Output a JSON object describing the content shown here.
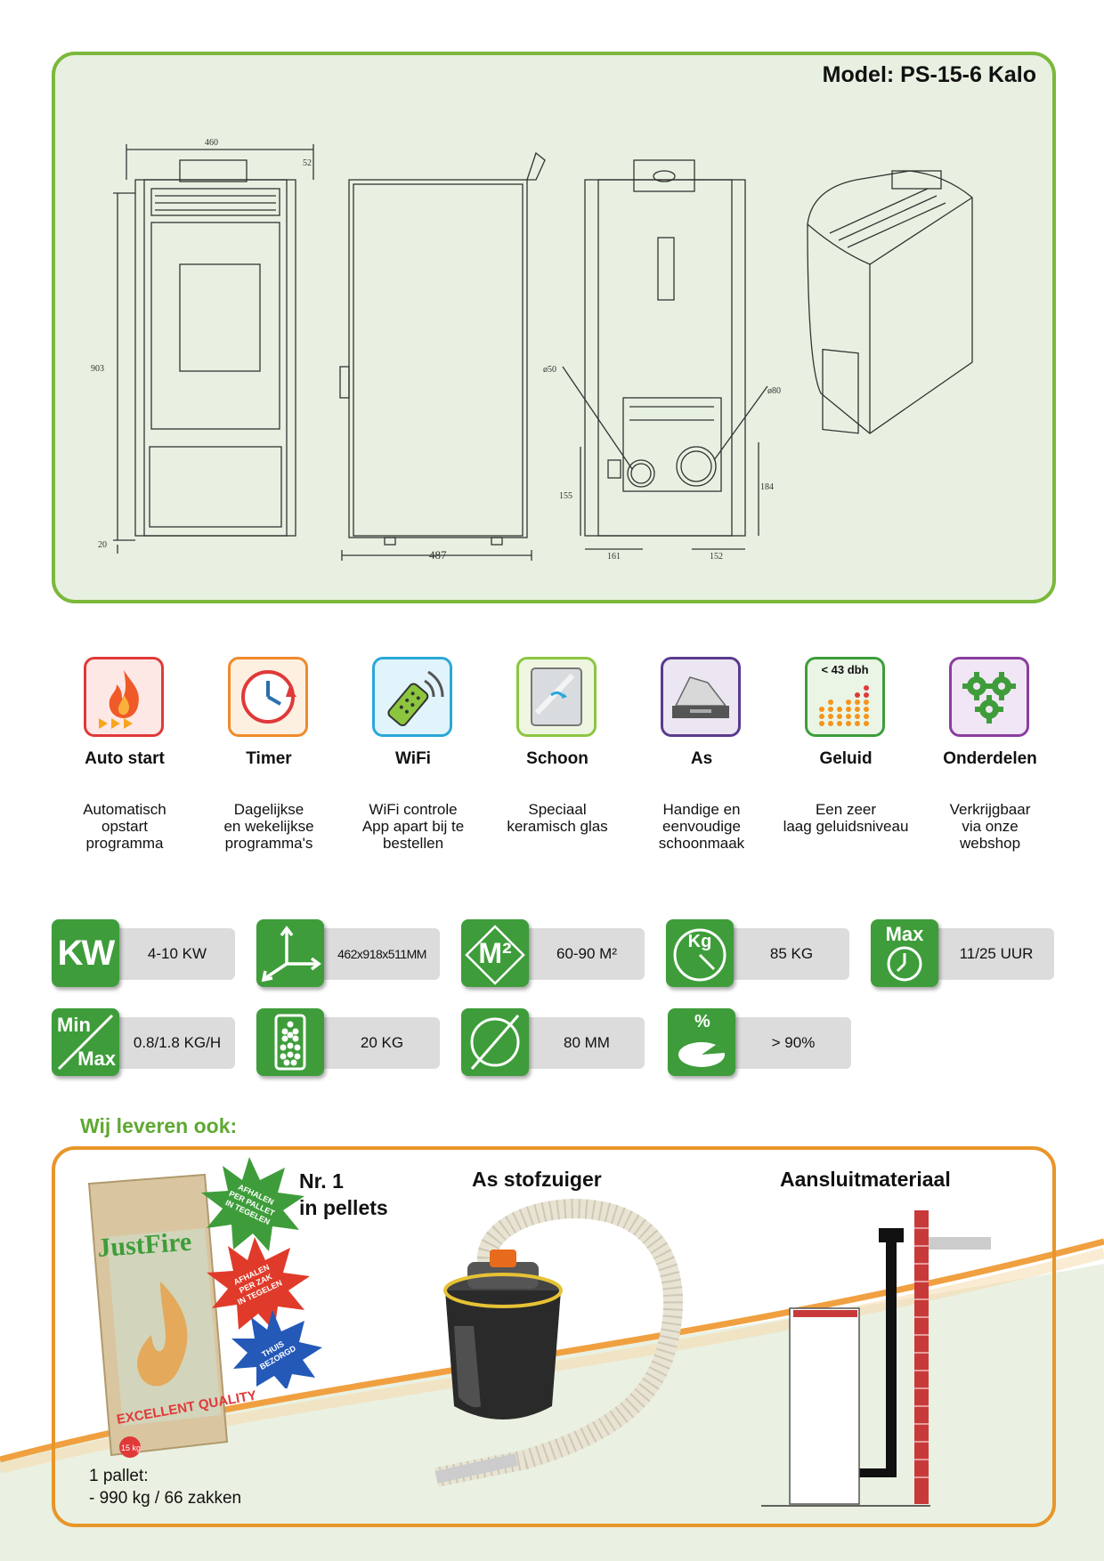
{
  "model": {
    "title": "Model: PS-15-6 Kalo"
  },
  "drawing_labels": {
    "d460": "460",
    "d52": "52",
    "d903": "903",
    "d20": "20",
    "d487": "487",
    "d50": "ø50",
    "d80": "ø80",
    "d155": "155",
    "d184": "184",
    "d161": "161",
    "d152": "152"
  },
  "features": [
    {
      "icon": "flame-icon",
      "color": "#e0393a",
      "title": "Auto start",
      "desc": [
        "Automatisch",
        "opstart",
        "programma"
      ]
    },
    {
      "icon": "clock-icon",
      "color": "#f08a2a",
      "title": "Timer",
      "desc": [
        "Dagelijkse",
        "en wekelijkse",
        "programma's"
      ]
    },
    {
      "icon": "remote-icon",
      "color": "#2aa8d8",
      "title": "WiFi",
      "desc": [
        "WiFi controle",
        "App apart bij te",
        "bestellen"
      ]
    },
    {
      "icon": "glass-icon",
      "color": "#8cc63f",
      "title": "Schoon",
      "desc": [
        "Speciaal",
        "keramisch glas"
      ]
    },
    {
      "icon": "ash-tray-icon",
      "color": "#5b3a8e",
      "title": "As",
      "desc": [
        "Handige en",
        "eenvoudige",
        "schoonmaak"
      ]
    },
    {
      "icon": "sound-level-icon",
      "color": "#3e9d3a",
      "title": "Geluid",
      "badge": "< 43 dbh",
      "desc": [
        "Een zeer",
        "laag geluidsniveau"
      ]
    },
    {
      "icon": "gears-icon",
      "color": "#8b3ea0",
      "title": "Onderdelen",
      "desc": [
        "Verkrijgbaar",
        "via onze",
        "webshop"
      ]
    }
  ],
  "specs": [
    {
      "icon": "kw-icon",
      "icon_text": "KW",
      "value": "4-10 KW"
    },
    {
      "icon": "dimensions-axes-icon",
      "value": "462x918x511MM"
    },
    {
      "icon": "area-m2-icon",
      "icon_text": "M²",
      "value": "60-90 M²"
    },
    {
      "icon": "weight-kg-icon",
      "icon_text": "Kg",
      "value": "85 KG"
    },
    {
      "icon": "max-time-icon",
      "icon_text": "Max",
      "value": "11/25 UUR"
    },
    {
      "icon": "min-max-icon",
      "icon_text_top": "Min",
      "icon_text_bottom": "Max",
      "value": "0.8/1.8 KG/H"
    },
    {
      "icon": "pellet-tank-icon",
      "value": "20 KG"
    },
    {
      "icon": "diameter-icon",
      "value": "80 MM"
    },
    {
      "icon": "efficiency-pie-icon",
      "icon_text": "%",
      "value": "> 90%"
    }
  ],
  "also": {
    "title": "Wij leveren ook:",
    "pellets_title": [
      "Nr. 1",
      "in pellets"
    ],
    "vacuum_title": "As stofzuiger",
    "connect_title": "Aansluitmateriaal",
    "bag_brand": "JustFire",
    "bag_quality": "EXCELLENT QUALITY",
    "bag_weight": "15 kg",
    "bursts": [
      {
        "lines": [
          "AFHALEN",
          "PER PALLET",
          "IN TEGELEN"
        ],
        "color": "#3e9d3a"
      },
      {
        "lines": [
          "AFHALEN",
          "PER ZAK",
          "IN TEGELEN"
        ],
        "color": "#e03b2a"
      },
      {
        "lines": [
          "THUIS",
          "BEZORGD"
        ],
        "color": "#2459b8"
      }
    ],
    "pallet_lines": [
      "1 pallet:",
      "- 990 kg / 66 zakken"
    ]
  },
  "colors": {
    "green": "#7cb83b",
    "orange": "#e8962a",
    "spec_green": "#3e9d3a"
  }
}
